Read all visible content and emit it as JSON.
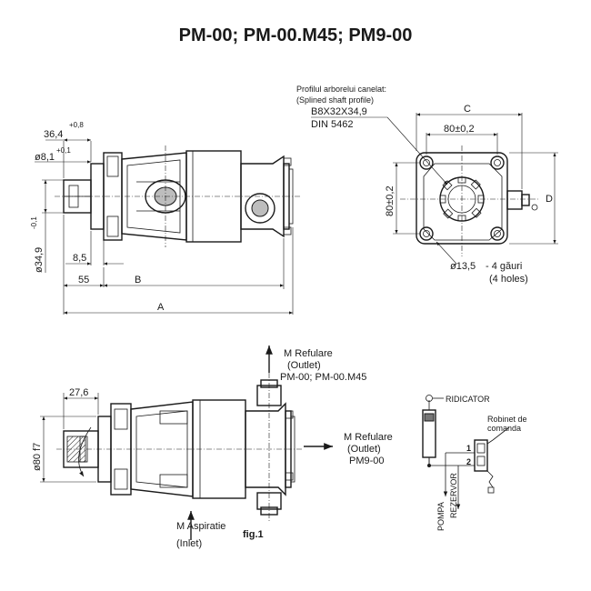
{
  "title": "PM-00; PM-00.M45; PM9-00",
  "top_view": {
    "dim_36_4": "36,4",
    "tol_plus_0_8": "+0,8",
    "dim_8_1": "ø8,1",
    "tol_plus_0_1": "+0,1",
    "dim_34_9": "ø34,9",
    "tol_minus_0_1": "-0,1",
    "dim_8_5": "8,5",
    "dim_55": "55",
    "dim_B": "B",
    "dim_A": "A"
  },
  "side_view": {
    "shaft_profile_ro": "Profilul arborelui canelat:",
    "shaft_profile_en": "(Splined shaft profile)",
    "shaft_spec": "B8X32X34,9",
    "shaft_std": "DIN 5462",
    "dim_C": "C",
    "dim_80_horiz": "80±0,2",
    "dim_80_vert": "80±0,2",
    "dim_D": "D",
    "hole_dia": "ø13,5",
    "holes_ro": "- 4 găuri",
    "holes_en": "(4 holes)"
  },
  "bottom_view": {
    "dim_27_6": "27,6",
    "dim_80_f7": "ø80 f7",
    "outlet_top_ro": "M Refulare",
    "outlet_top_en": "(Outlet)",
    "outlet_top_models": "PM-00; PM-00.M45",
    "outlet_side_ro": "M Refulare",
    "outlet_side_en": "(Outlet)",
    "outlet_side_models": "PM9-00",
    "inlet_ro": "M Aspiratie",
    "inlet_en": "(Inlet)",
    "fig_label": "fig.1"
  },
  "schematic": {
    "ridicator": "RIDICATOR",
    "robinet_1": "Robinet de",
    "robinet_2": "comanda",
    "port_1": "1",
    "port_2": "2",
    "pompa": "POMPA",
    "rezervor": "REZERVOR"
  }
}
